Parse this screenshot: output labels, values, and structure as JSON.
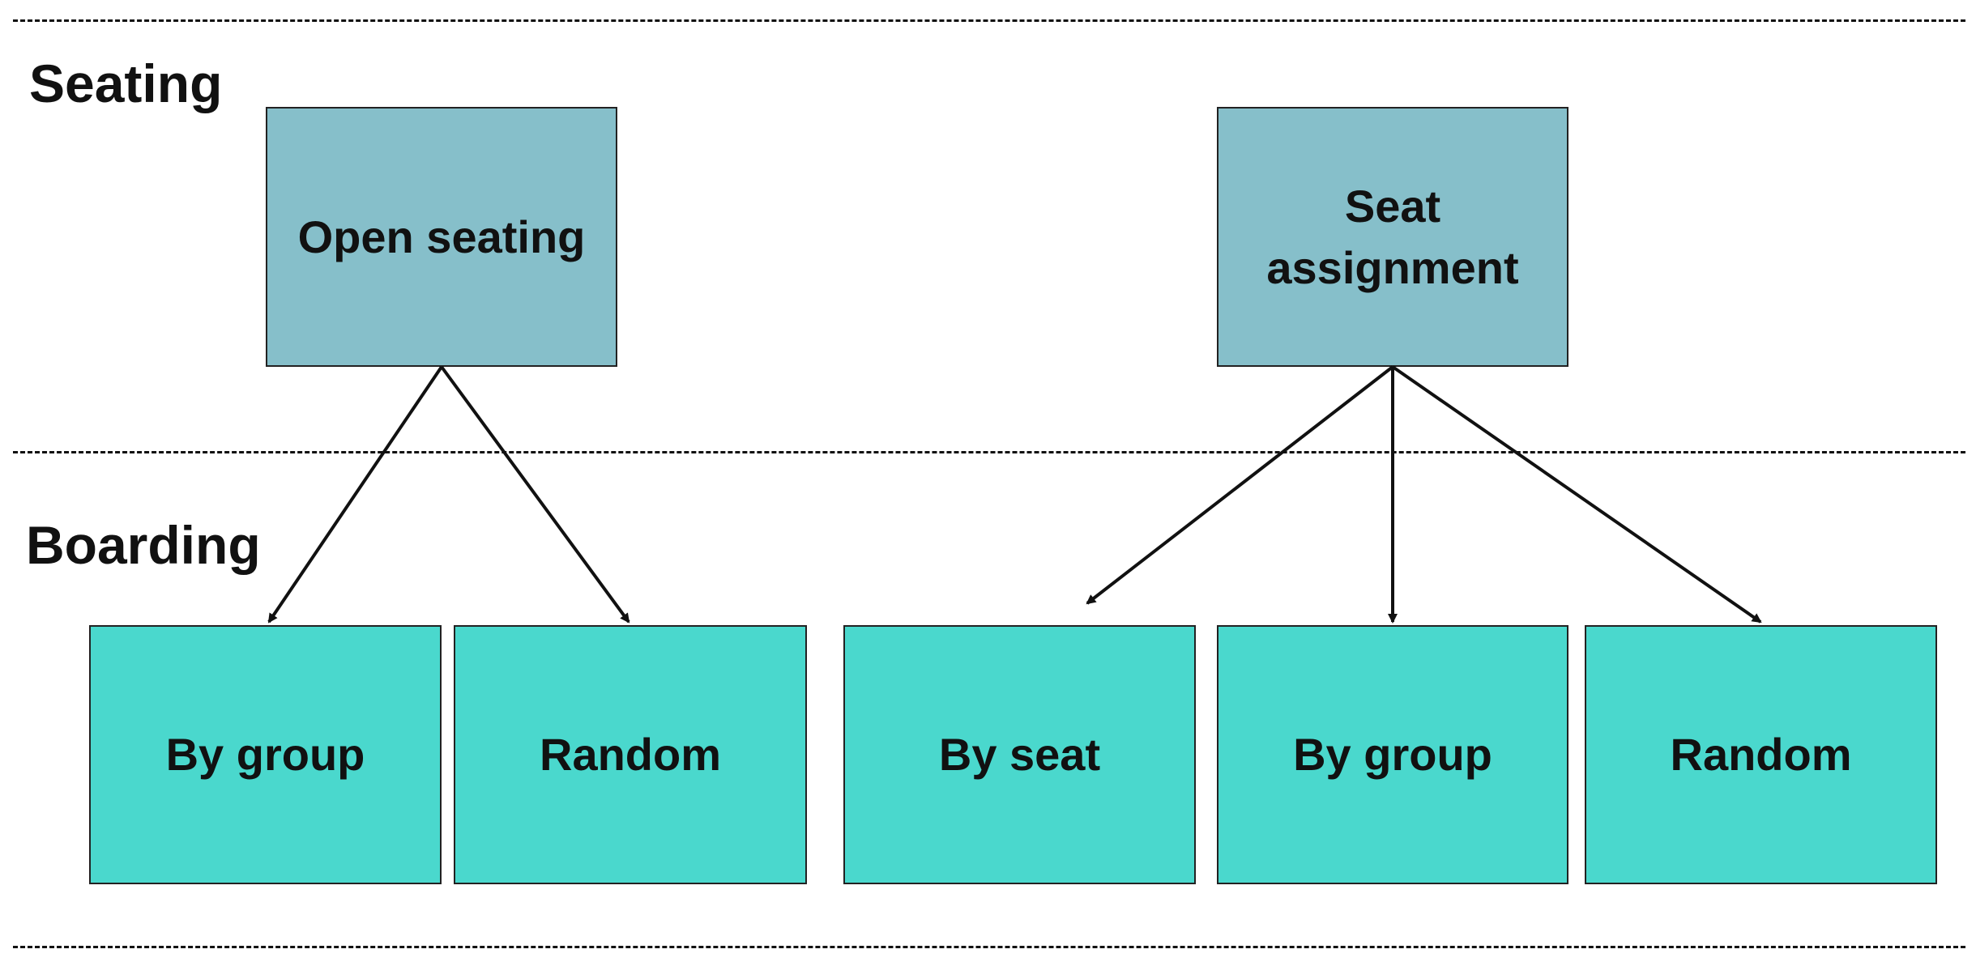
{
  "sections": {
    "seating": "Seating",
    "boarding": "Boarding"
  },
  "seating_options": {
    "open": "Open seating",
    "assigned_line1": "Seat",
    "assigned_line2": "assignment"
  },
  "boarding_options": {
    "open_by_group": "By group",
    "open_random": "Random",
    "assigned_by_seat": "By seat",
    "assigned_by_group": "By group",
    "assigned_random": "Random"
  },
  "colors": {
    "seating_box": "#86BFCA",
    "boarding_box": "#4AD8CD",
    "lines": "#111111"
  }
}
